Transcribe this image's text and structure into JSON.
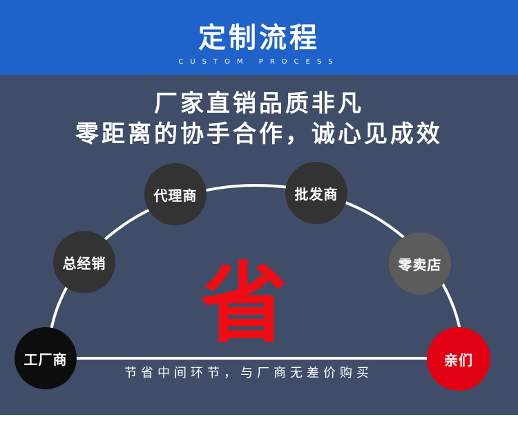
{
  "header": {
    "title": "定制流程",
    "subtitle": "CUSTOM PROCESS"
  },
  "slogan": {
    "line1": "厂家直销品质非凡",
    "line2": "零距离的协手合作，诚心见成效"
  },
  "nodes": [
    {
      "label": "工厂商"
    },
    {
      "label": "总经销"
    },
    {
      "label": "代理商"
    },
    {
      "label": "批发商"
    },
    {
      "label": "零卖店"
    },
    {
      "label": "亲们"
    }
  ],
  "center_character": "省",
  "bottom_text": "节省中间环节，与厂商无差价购买",
  "colors": {
    "header_bg": "#1f62c9",
    "panel_bg": "#3f4d69",
    "accent_red": "#e20013"
  }
}
